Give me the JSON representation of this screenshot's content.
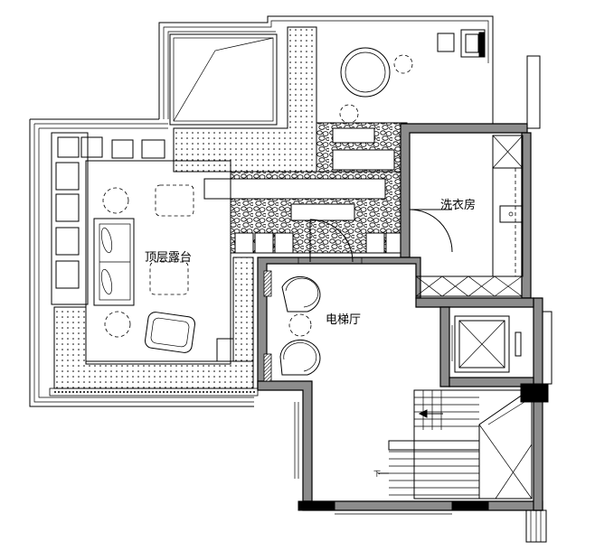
{
  "rooms": {
    "roof_terrace": "顶层露台",
    "laundry_room": "洗衣房",
    "elevator_hall": "电梯厅"
  },
  "stair": {
    "down_mark": "下"
  }
}
